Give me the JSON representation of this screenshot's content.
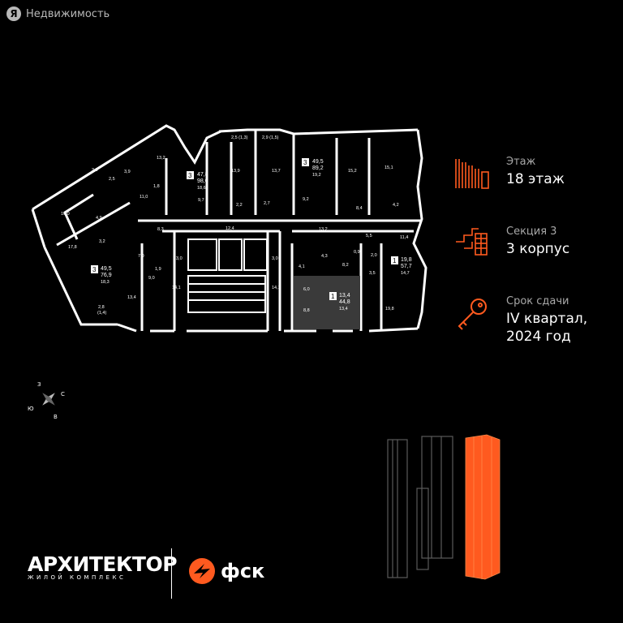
{
  "brand": {
    "logo_letter": "Я",
    "name": "Недвижимость"
  },
  "info": {
    "floor_label": "Этаж",
    "floor_value": "18 этаж",
    "section_label": "Секция 3",
    "section_value": "3 корпус",
    "deadline_label": "Срок сдачи",
    "deadline_value_1": "IV квартал,",
    "deadline_value_2": "2024 год"
  },
  "compass": {
    "n": "З",
    "e": "С",
    "s": "В",
    "w": "Ю"
  },
  "logos": {
    "complex_title": "АРХИТЕКТОР",
    "complex_subtitle": "ЖИЛОЙ КОМПЛЕКС",
    "developer": "фск"
  },
  "apartments": [
    {
      "rooms": "3",
      "area_living": "47,8",
      "area_total": "98,0",
      "extra": "18,6"
    },
    {
      "rooms": "3",
      "area_living": "49,5",
      "area_total": "89,2",
      "extra": "19,2"
    },
    {
      "rooms": "3",
      "area_living": "49,5",
      "area_total": "76,9",
      "extra": "18,3"
    },
    {
      "rooms": "1",
      "area_living": "19,8",
      "area_total": "57,7",
      "extra": "14,7"
    },
    {
      "rooms": "1",
      "area_living": "13,4",
      "area_total": "44,8",
      "extra": "13,4"
    }
  ],
  "rooms": [
    "13,2",
    "3,9",
    "3,9",
    "2,5",
    "11,0",
    "1,8",
    "16,0",
    "4,9",
    "17,8",
    "3,2",
    "7,0",
    "1,9",
    "9,0",
    "13,4",
    "2,8",
    "(1,4)",
    "8,3",
    "9,7",
    "2,2",
    "2,5 (1,3)",
    "13,9",
    "2,9 (1,5)",
    "13,7",
    "2,7",
    "9,2",
    "15,2",
    "15,1",
    "8,4",
    "4,2",
    "12,4",
    "3,0",
    "14,1",
    "3,0",
    "14,1",
    "13,2",
    "4,3",
    "8,2",
    "4,1",
    "6,0",
    "8,8",
    "5,5",
    "2,0",
    "3,5",
    "0,9",
    "11,4",
    "19,8"
  ],
  "colors": {
    "accent": "#ff5a1f",
    "wall": "#ffffff",
    "highlight": "#3a3a3a"
  }
}
